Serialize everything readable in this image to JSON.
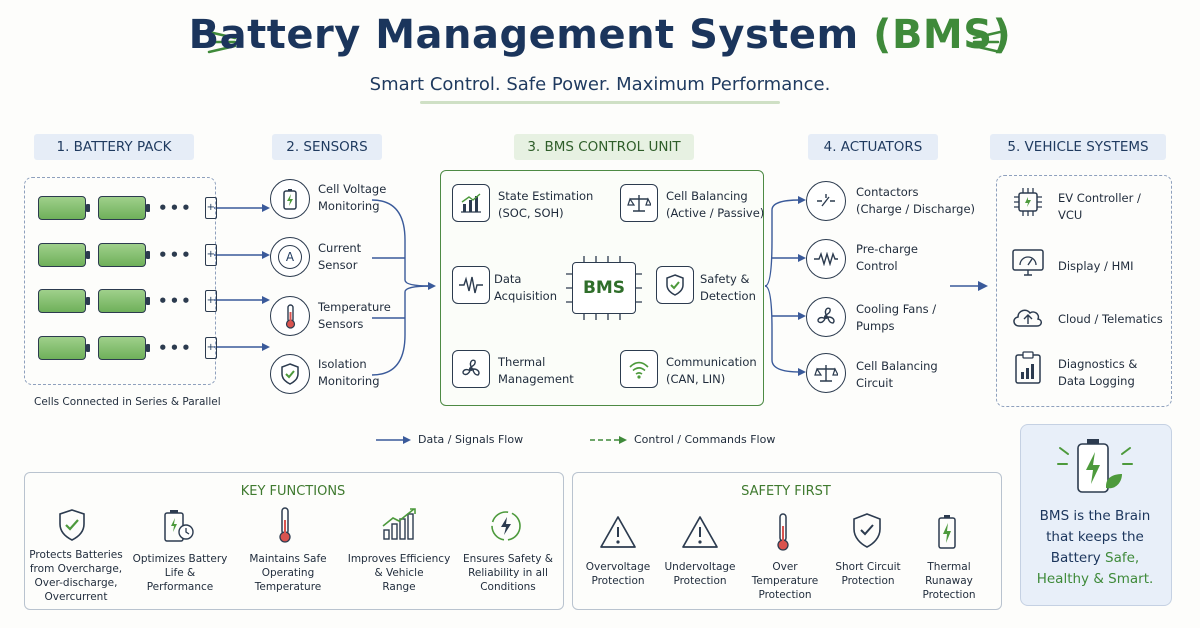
{
  "header": {
    "title_main": "Battery Management System",
    "title_accent": "(BMS)",
    "subtitle": "Smart Control. Safe Power. Maximum Performance."
  },
  "sections": {
    "battery_pack": "1. BATTERY PACK",
    "sensors": "2. SENSORS",
    "bms_unit": "3. BMS CONTROL UNIT",
    "actuators": "4. ACTUATORS",
    "vehicle": "5. VEHICLE SYSTEMS"
  },
  "battery_pack": {
    "cell_symbol": "+",
    "ellipsis": "•••",
    "end_symbol": "+",
    "caption": "Cells Connected in Series & Parallel"
  },
  "sensors": [
    {
      "label": "Cell Voltage\nMonitoring",
      "icon": "battery-bolt-icon"
    },
    {
      "label": "Current\nSensor",
      "icon": "ammeter-icon",
      "glyph": "A"
    },
    {
      "label": "Temperature\nSensors",
      "icon": "thermometer-icon"
    },
    {
      "label": "Isolation\nMonitoring",
      "icon": "shield-check-icon"
    }
  ],
  "bms_unit": {
    "chip_label": "BMS",
    "modules": [
      {
        "label": "State Estimation\n(SOC, SOH)",
        "icon": "bar-chart-icon"
      },
      {
        "label": "Cell Balancing\n(Active / Passive)",
        "icon": "balance-scale-icon"
      },
      {
        "label": "Data\nAcquisition",
        "icon": "waveform-icon"
      },
      {
        "label": "Safety &\nDetection",
        "icon": "shield-check-icon"
      },
      {
        "label": "Thermal\nManagement",
        "icon": "fan-icon"
      },
      {
        "label": "Communication\n(CAN, LIN)",
        "icon": "wifi-icon"
      }
    ]
  },
  "actuators": [
    {
      "label": "Contactors\n(Charge / Discharge)",
      "icon": "contactor-icon"
    },
    {
      "label": "Pre-charge\nControl",
      "icon": "resistor-icon"
    },
    {
      "label": "Cooling Fans /\nPumps",
      "icon": "fan-icon"
    },
    {
      "label": "Cell Balancing\nCircuit",
      "icon": "balance-scale-icon"
    }
  ],
  "vehicle": [
    {
      "label": "EV Controller /\nVCU",
      "icon": "chip-icon"
    },
    {
      "label": "Display / HMI",
      "icon": "gauge-display-icon"
    },
    {
      "label": "Cloud / Telematics",
      "icon": "cloud-upload-icon"
    },
    {
      "label": "Diagnostics &\nData Logging",
      "icon": "clipboard-chart-icon"
    }
  ],
  "legend": {
    "data_flow": "Data / Signals Flow",
    "control_flow": "Control / Commands Flow"
  },
  "key_functions": {
    "heading": "KEY FUNCTIONS",
    "items": [
      {
        "label": "Protects Batteries\nfrom Overcharge,\nOver-discharge,\nOvercurrent",
        "icon": "shield-check-icon"
      },
      {
        "label": "Optimizes Battery\nLife &\nPerformance",
        "icon": "battery-clock-icon"
      },
      {
        "label": "Maintains Safe\nOperating\nTemperature",
        "icon": "thermometer-icon"
      },
      {
        "label": "Improves Efficiency\n& Vehicle\nRange",
        "icon": "growth-chart-icon"
      },
      {
        "label": "Ensures Safety &\nReliability in all\nConditions",
        "icon": "bolt-cycle-icon"
      }
    ]
  },
  "safety": {
    "heading": "SAFETY FIRST",
    "items": [
      {
        "label": "Overvoltage\nProtection",
        "icon": "warning-triangle-icon"
      },
      {
        "label": "Undervoltage\nProtection",
        "icon": "warning-triangle-icon"
      },
      {
        "label": "Over Temperature\nProtection",
        "icon": "thermometer-icon"
      },
      {
        "label": "Short Circuit\nProtection",
        "icon": "shield-check-icon"
      },
      {
        "label": "Thermal Runaway\nProtection",
        "icon": "battery-bolt-icon"
      }
    ]
  },
  "brain": {
    "line1": "BMS is the Brain",
    "line2": "that keeps the",
    "line3a": "Battery ",
    "line3b": "Safe,",
    "line4": "Healthy & Smart."
  },
  "colors": {
    "navy": "#1b355c",
    "green": "#3f8a3a",
    "line_blue": "#3a5a9a"
  }
}
